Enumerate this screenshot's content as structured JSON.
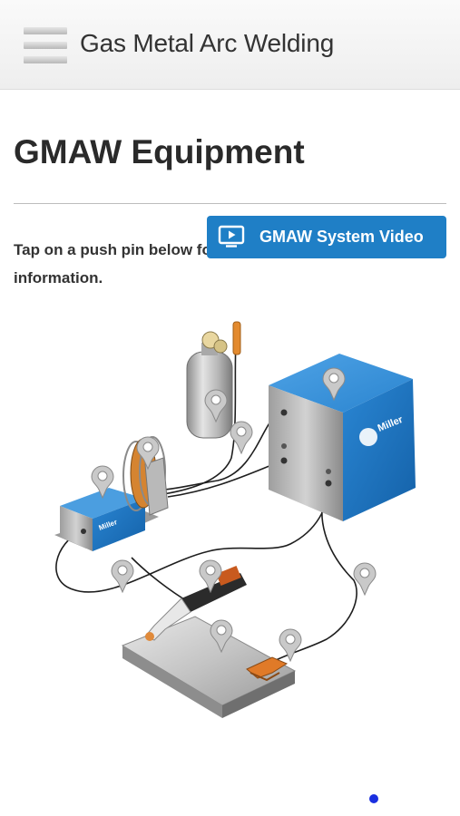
{
  "header": {
    "title": "Gas Metal Arc Welding",
    "menu_icon": "hamburger-menu-icon"
  },
  "page": {
    "title": "GMAW Equipment",
    "instruction": "Tap on a push pin below for detailed information.",
    "video_button": {
      "label": "GMAW System Video",
      "icon": "video-screen-icon"
    }
  },
  "diagram": {
    "brand_label": "Miller",
    "pins": [
      {
        "id": "gas-cylinder"
      },
      {
        "id": "gas-hose"
      },
      {
        "id": "power-source"
      },
      {
        "id": "wire-feeder"
      },
      {
        "id": "wire-spool"
      },
      {
        "id": "gun-cable"
      },
      {
        "id": "welding-gun"
      },
      {
        "id": "workpiece"
      },
      {
        "id": "work-clamp"
      },
      {
        "id": "work-cable"
      }
    ]
  },
  "pagination": {
    "current_page": 1,
    "total_pages": 1
  },
  "colors": {
    "accent_blue": "#1f7fc6",
    "machine_blue": "#1e75c0",
    "pagination_dot": "#1a2fe0"
  }
}
